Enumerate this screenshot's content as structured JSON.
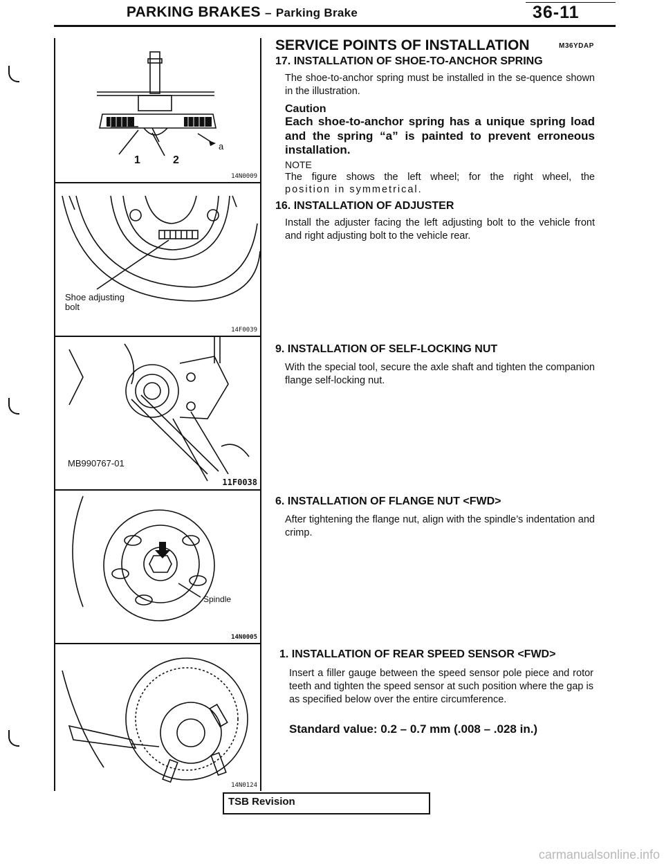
{
  "header": {
    "section": "PARKING BRAKES",
    "dash": "–",
    "subsection": "Parking Brake",
    "page_number": "36-11"
  },
  "figures": [
    {
      "code": "14N0009",
      "labels": {
        "num1": "1",
        "num2": "2",
        "a": "a"
      }
    },
    {
      "code": "14F0039",
      "labels": {
        "line1": "Shoe adjusting",
        "line2": "bolt"
      }
    },
    {
      "code": "11F0038",
      "labels": {
        "tool": "MB990767-01"
      }
    },
    {
      "code": "14N0005",
      "labels": {
        "spindle": "Spindle"
      }
    },
    {
      "code": "14N0124",
      "labels": {}
    }
  ],
  "content": {
    "title": "SERVICE POINTS OF INSTALLATION",
    "title_code": "M36YDAP",
    "sections": [
      {
        "heading": "17. INSTALLATION OF SHOE-TO-ANCHOR SPRING",
        "body": "The shoe-to-anchor spring must be installed in the se-quence shown in the illustration.",
        "caution_title": "Caution",
        "caution_line1": "Each shoe-to-anchor spring has a unique spring load",
        "caution_line2": "and the spring “a” is painted to prevent erroneous",
        "caution_line3": "installation.",
        "note_label": "NOTE",
        "note_line1": "The figure shows the left wheel; for the right wheel, the",
        "note_line2": "position in symmetrical."
      },
      {
        "heading": "16. INSTALLATION OF ADJUSTER",
        "body": "Install the adjuster facing the left adjusting bolt to the vehicle front and right adjusting bolt to the vehicle rear."
      },
      {
        "heading": "9. INSTALLATION OF SELF-LOCKING NUT",
        "body": "With the special tool, secure the axle shaft and tighten the companion flange self-locking nut."
      },
      {
        "heading_main": "6. INSTALLATION OF FLANGE NUT ",
        "heading_tag": "<FWD>",
        "body": "After tightening the flange nut, align with the spindle’s indentation and crimp."
      },
      {
        "heading_main": "1. INSTALLATION OF REAR SPEED SENSOR ",
        "heading_tag": "<FWD>",
        "body": "Insert a filler gauge between the speed sensor pole piece and rotor teeth and tighten the speed sensor at such position where the gap is as specified below over the entire circumference.",
        "standard_label": "Standard value:",
        "standard_value": "0.2 – 0.7 mm",
        "standard_imperial": "(.008 – .028 in.)"
      }
    ]
  },
  "footer": {
    "tsb_label": "TSB Revision",
    "watermark": "carmanualsonline.info"
  }
}
